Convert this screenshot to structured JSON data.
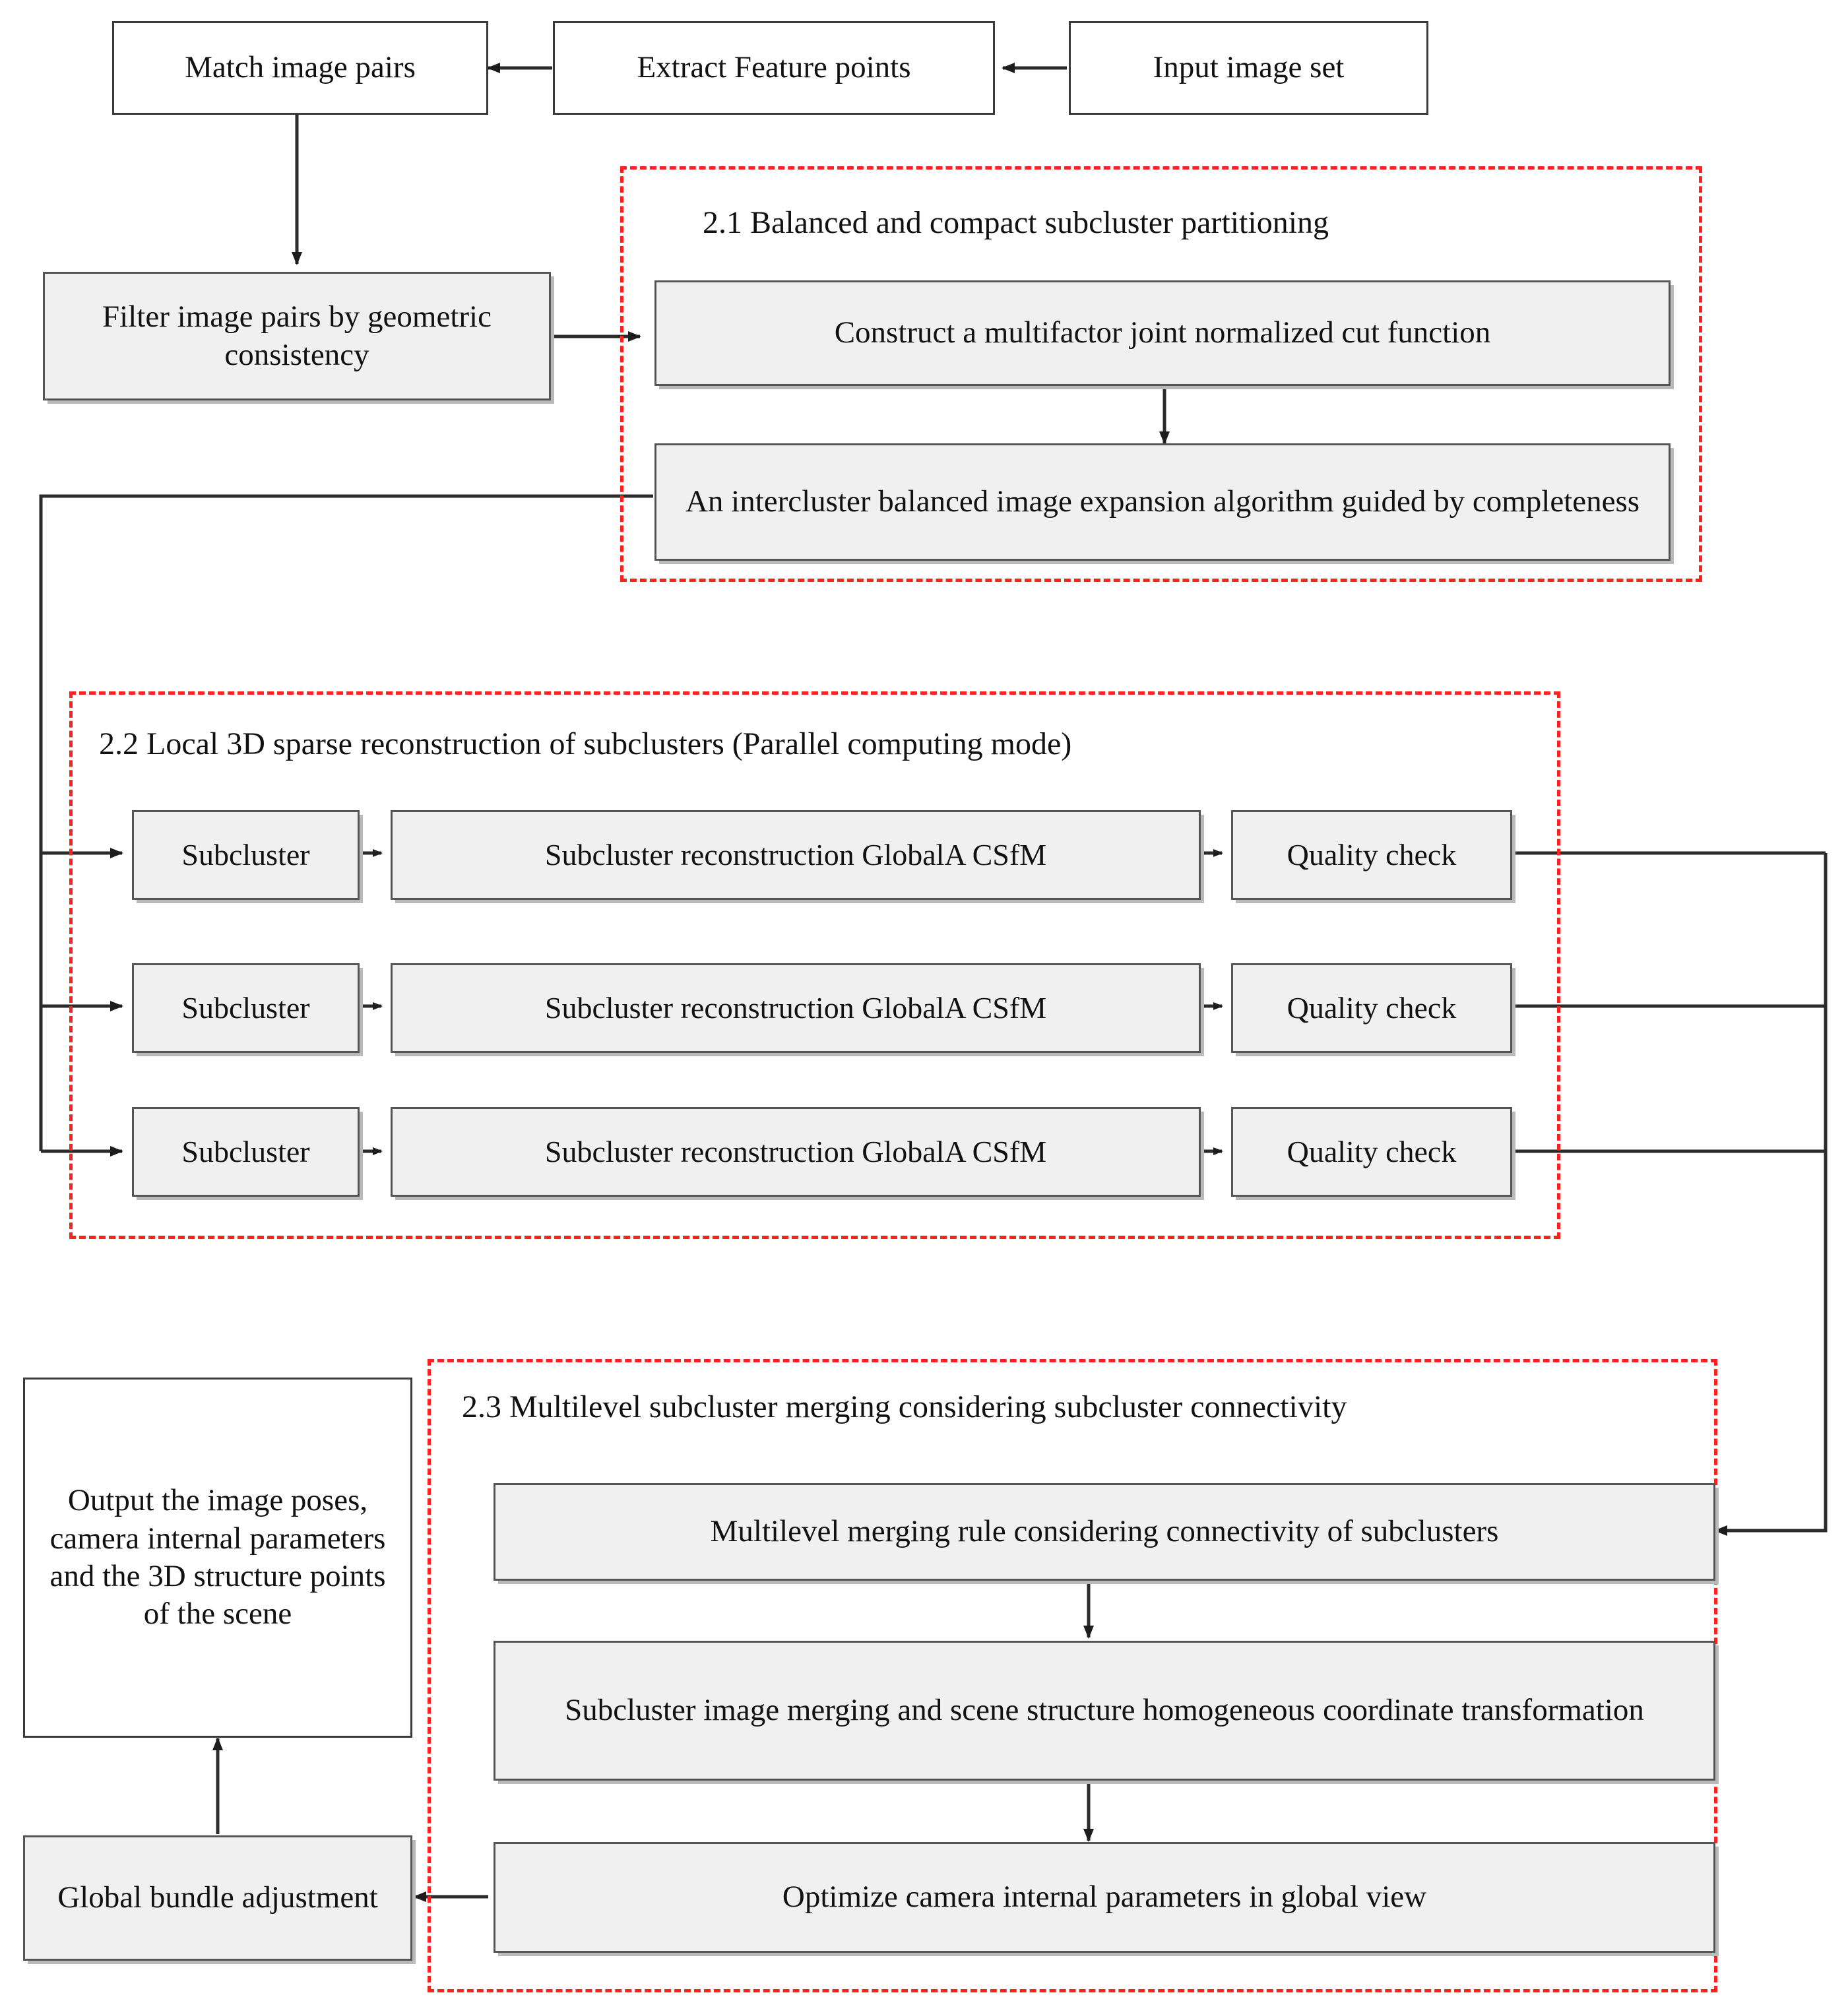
{
  "diagram": {
    "title": "SfM pipeline flowchart",
    "colors": {
      "section_border": "#ff2020",
      "box_fill_shaded": "#f0f0f0",
      "box_fill_plain": "#ffffff",
      "box_border": "#555555",
      "line": "#333333",
      "text": "#111111"
    }
  },
  "nodes": {
    "input_image_set": "Input image set",
    "extract_feature_points": "Extract Feature points",
    "match_image_pairs": "Match image pairs",
    "filter_image_pairs": "Filter image pairs by geometric consistency",
    "construct_cut_function": "Construct a multifactor joint normalized cut function",
    "intercluster_expansion": "An intercluster balanced image expansion algorithm guided by completeness",
    "subcluster": "Subcluster",
    "subcluster_reconstruction": "Subcluster reconstruction  GlobalA CSfM",
    "quality_check": "Quality check",
    "multilevel_merging_rule": "Multilevel merging rule considering connectivity of subclusters",
    "image_merging_transform": "Subcluster image merging and scene structure homogeneous coordinate transformation",
    "optimize_camera": "Optimize camera internal parameters in global view",
    "global_bundle_adjustment": "Global bundle adjustment",
    "output_scene": "Output the image poses, camera internal parameters and the 3D structure points of the scene"
  },
  "sections": {
    "s21": "2.1 Balanced and compact subcluster partitioning",
    "s22": "2.2 Local 3D sparse reconstruction of subclusters (Parallel computing mode)",
    "s23": "2.3 Multilevel subcluster merging considering subcluster connectivity"
  },
  "rows": [
    {
      "subcluster": "Subcluster",
      "reconstruction": "Subcluster reconstruction  GlobalA CSfM",
      "quality": "Quality check"
    },
    {
      "subcluster": "Subcluster",
      "reconstruction": "Subcluster reconstruction  GlobalA CSfM",
      "quality": "Quality check"
    },
    {
      "subcluster": "Subcluster",
      "reconstruction": "Subcluster reconstruction  GlobalA CSfM",
      "quality": "Quality check"
    }
  ]
}
